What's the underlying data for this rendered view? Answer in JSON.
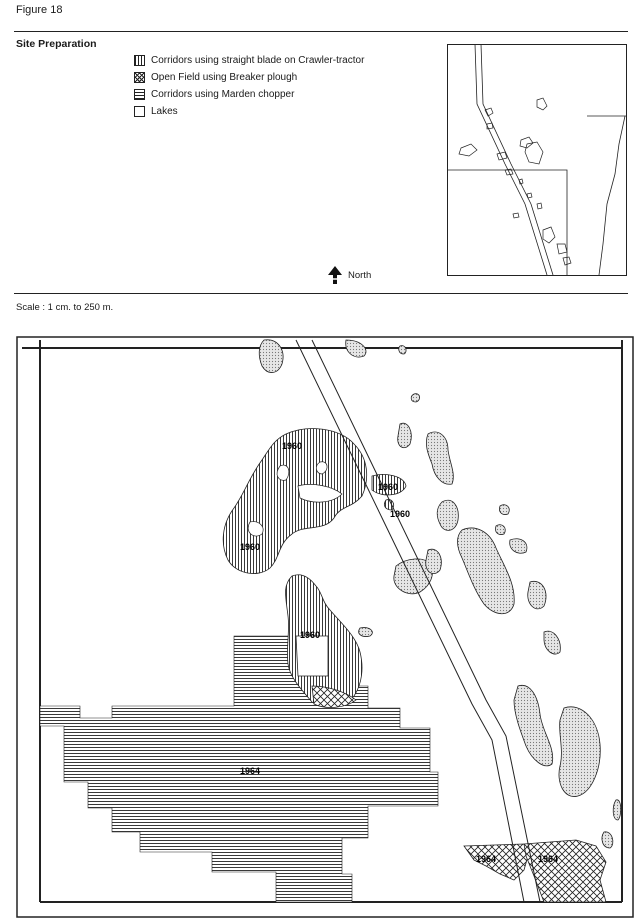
{
  "figure_label": "Figure 18",
  "title": "Site Preparation",
  "legend": [
    {
      "key": "vertical-hatch",
      "label": "Corridors using straight blade on Crawler-tractor"
    },
    {
      "key": "cross-hatch",
      "label": "Open Field using Breaker plough"
    },
    {
      "key": "horizontal-hatch",
      "label": "Corridors using Marden chopper"
    },
    {
      "key": "lake",
      "label": "Lakes"
    }
  ],
  "north_label": "North",
  "north_icon": "north-arrow-icon",
  "scale_text": "Scale : 1 cm. to 250 m.",
  "map_labels": {
    "crawler_1": "1960",
    "crawler_2": "1960",
    "crawler_3": "1960",
    "crawler_4": "1960",
    "crawler_5": "1960",
    "marden": "1964",
    "breaker_1": "1964",
    "breaker_2": "1964"
  },
  "colors": {
    "ink": "#1a1a1a",
    "paper": "#ffffff",
    "lake_fill": "#d8d8d8"
  }
}
